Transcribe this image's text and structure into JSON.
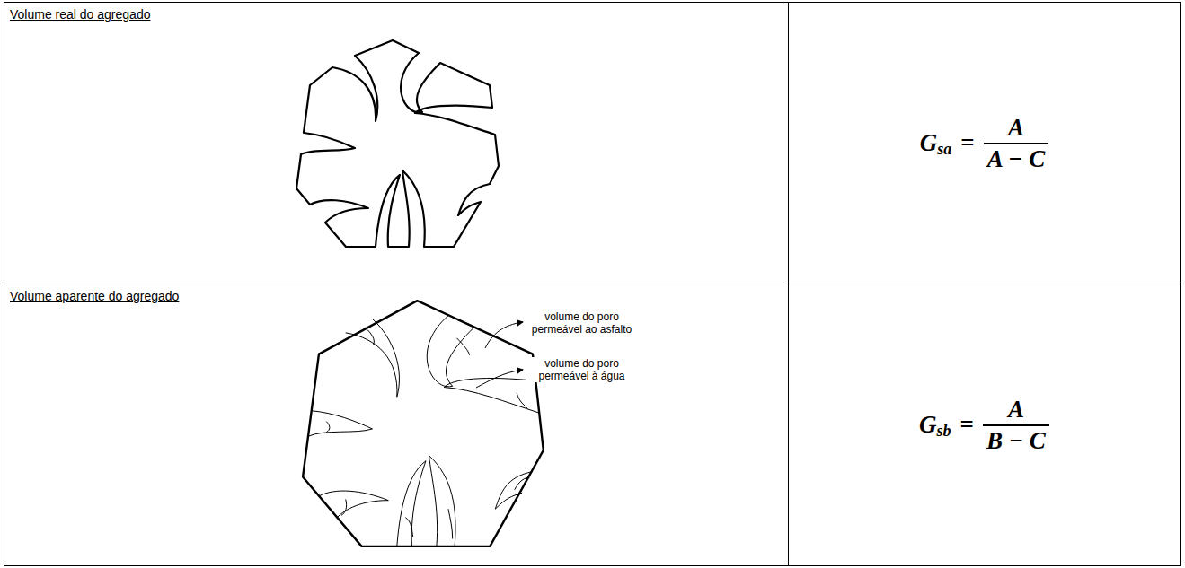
{
  "diagram": {
    "nodes": [
      {
        "text": [
          "Volume real do agregado"
        ]
      },
      {
        "text": [
          "G",
          "sa",
          "=",
          "A",
          "A − C"
        ]
      },
      {
        "text": [
          "Volume aparente do agregado"
        ]
      },
      {
        "text": [
          "G",
          "sb",
          "=",
          "A",
          "B − C"
        ]
      }
    ],
    "labels": [
      "volume do poro permeável ao asfalto",
      "volume do poro permeável à água"
    ]
  }
}
